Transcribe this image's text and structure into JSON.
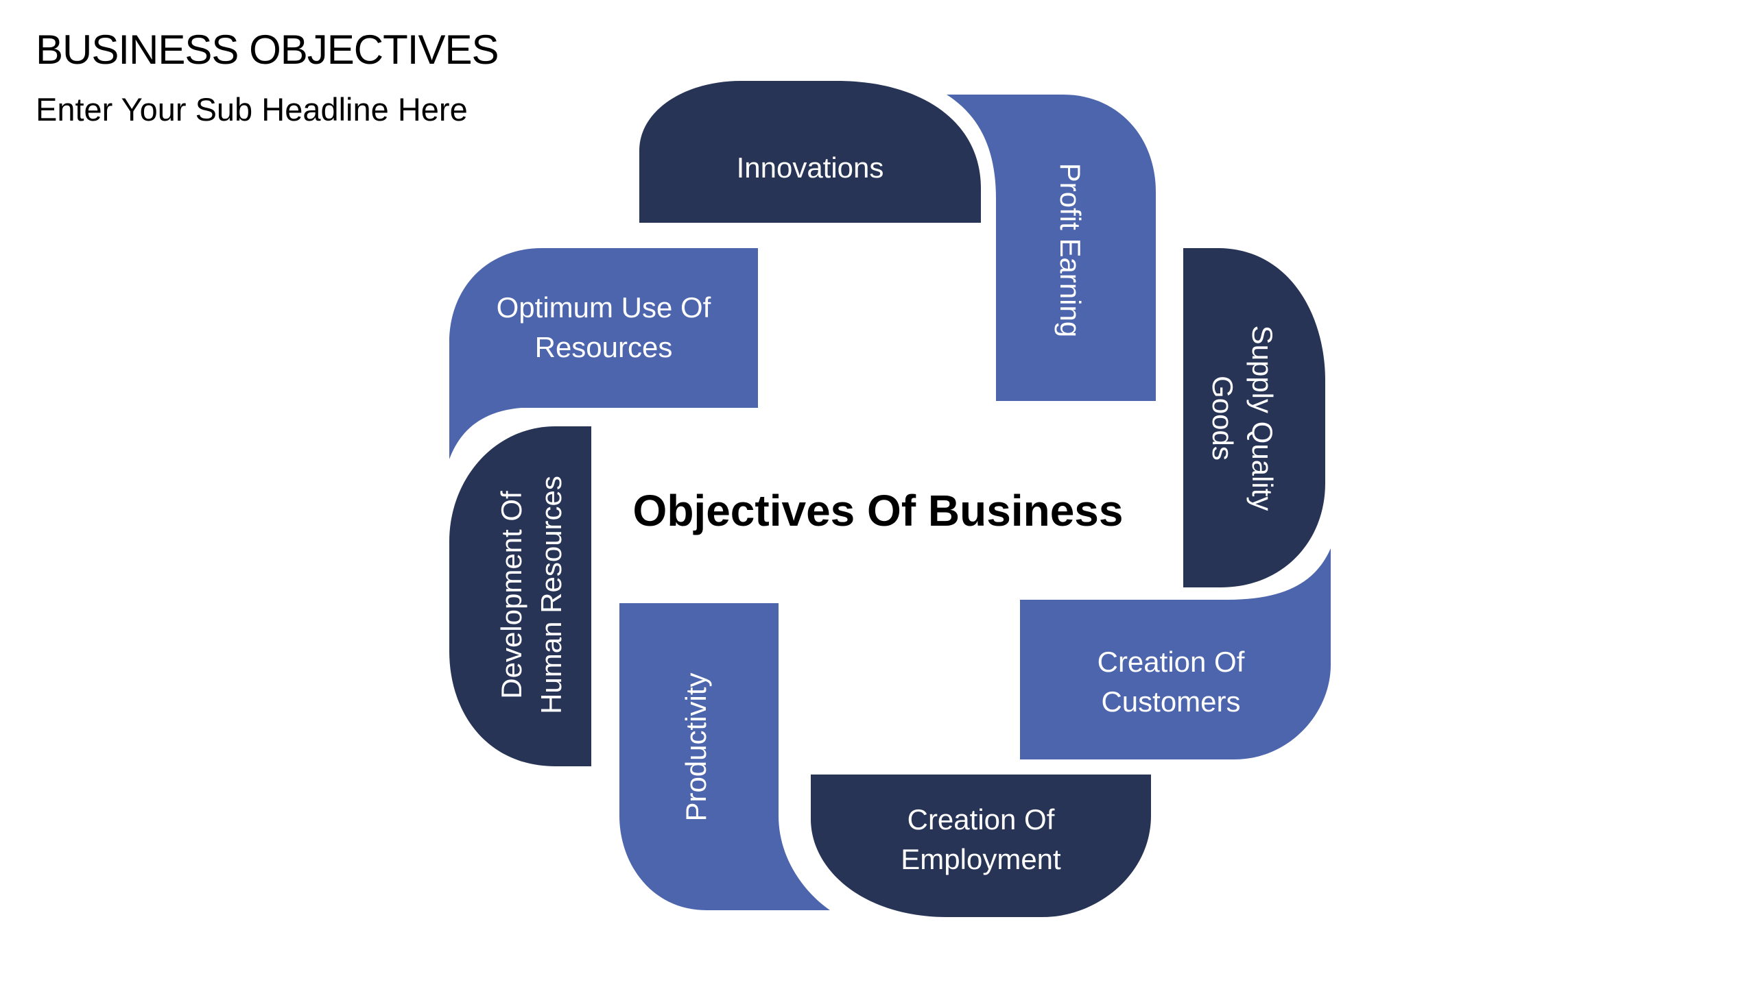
{
  "header": {
    "title": "BUSINESS OBJECTIVES",
    "subtitle": "Enter Your Sub Headline Here"
  },
  "center": {
    "title": "Objectives Of Business"
  },
  "colors": {
    "dark": "#273456",
    "light": "#4C65AD"
  },
  "segments": [
    {
      "id": "innovations",
      "lines": [
        "Innovations"
      ],
      "color": "dark"
    },
    {
      "id": "profit-earning",
      "lines": [
        "Profit Earning"
      ],
      "color": "light"
    },
    {
      "id": "supply-quality-goods",
      "lines": [
        "Supply Quality",
        "Goods"
      ],
      "color": "dark"
    },
    {
      "id": "creation-of-customers",
      "lines": [
        "Creation Of",
        "Customers"
      ],
      "color": "light"
    },
    {
      "id": "creation-of-employment",
      "lines": [
        "Creation Of",
        "Employment"
      ],
      "color": "dark"
    },
    {
      "id": "productivity",
      "lines": [
        "Productivity"
      ],
      "color": "light"
    },
    {
      "id": "development-of-human-resources",
      "lines": [
        "Development Of",
        "Human Resources"
      ],
      "color": "dark"
    },
    {
      "id": "optimum-use-of-resources",
      "lines": [
        "Optimum Use Of",
        "Resources"
      ],
      "color": "light"
    }
  ]
}
